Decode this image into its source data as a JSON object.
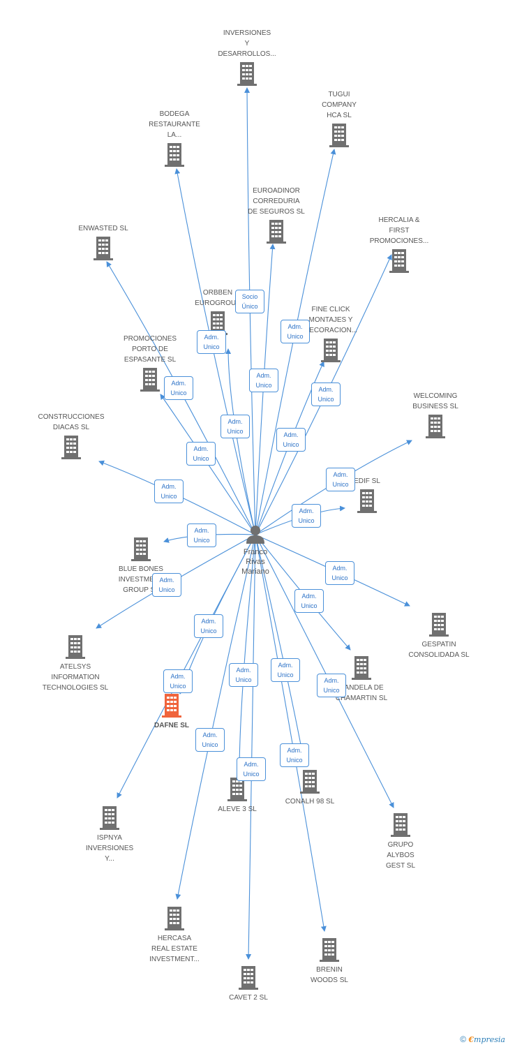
{
  "person": {
    "name": "Franco\nRivas\nMariano",
    "icon": "person-icon"
  },
  "colors": {
    "edge": "#4a90d9",
    "building": "#707070",
    "focus_building": "#f0643c"
  },
  "nodes": [
    {
      "id": "inversiones-y-desarrollos",
      "label": "INVERSIONES\nY\nDESARROLLOS..."
    },
    {
      "id": "tugui-company-hca",
      "label": "TUGUI\nCOMPANY\nHCA SL"
    },
    {
      "id": "bodega-restaurante",
      "label": "BODEGA\nRESTAURANTE\nLA..."
    },
    {
      "id": "euroadinor",
      "label": "EUROADINOR\nCORREDURIA\nDE SEGUROS  SL"
    },
    {
      "id": "enwasted",
      "label": "ENWASTED SL"
    },
    {
      "id": "hercalia-first",
      "label": "HERCALIA &\nFIRST\nPROMOCIONES..."
    },
    {
      "id": "orbben-eurogroup",
      "label": "ORBBEN\nEUROGROUP"
    },
    {
      "id": "fine-click",
      "label": "FINE CLICK\nMONTAJES Y\nDECORACION..."
    },
    {
      "id": "promociones-porto",
      "label": "PROMOCIONES\nPORTO DE\nESPASANTE SL"
    },
    {
      "id": "welcoming-business",
      "label": "WELCOMING\nBUSINESS SL"
    },
    {
      "id": "construcciones-diacas",
      "label": "CONSTRUCCIONES\nDIACAS SL"
    },
    {
      "id": "edif",
      "label": "EDIF SL"
    },
    {
      "id": "blue-bones",
      "label": "BLUE BONES\nINVESTMENT\nGROUP SL"
    },
    {
      "id": "gespatin",
      "label": "GESPATIN\nCONSOLIDADA SL"
    },
    {
      "id": "atelsys",
      "label": "ATELSYS\nINFORMATION\nTECHNOLOGIES SL"
    },
    {
      "id": "candela-chamartin",
      "label": "CANDELA DE\nCHAMARTIN SL"
    },
    {
      "id": "dafne",
      "label": "DAFNE SL",
      "focus": true
    },
    {
      "id": "aleve-3",
      "label": "ALEVE 3 SL"
    },
    {
      "id": "conalh-98",
      "label": "CONALH 98  SL"
    },
    {
      "id": "ispnya",
      "label": "ISPNYA\nINVERSIONES\nY..."
    },
    {
      "id": "grupo-alybos",
      "label": "GRUPO\nALYBOS\nGEST SL"
    },
    {
      "id": "hercasa",
      "label": "HERCASA\nREAL ESTATE\nINVESTMENT..."
    },
    {
      "id": "brenin-woods",
      "label": "BRENIN\nWOODS SL"
    },
    {
      "id": "cavet-2",
      "label": "CAVET 2 SL"
    }
  ],
  "badges": [
    {
      "label": "Socio\nÚnico"
    },
    {
      "label": "Adm.\nUnico"
    },
    {
      "label": "Adm.\nUnico"
    },
    {
      "label": "Adm.\nUnico"
    },
    {
      "label": "Adm.\nUnico"
    },
    {
      "label": "Adm.\nUnico"
    },
    {
      "label": "Adm.\nUnico"
    },
    {
      "label": "Adm.\nUnico"
    },
    {
      "label": "Adm.\nUnico"
    },
    {
      "label": "Adm.\nUnico"
    },
    {
      "label": "Adm.\nUnico"
    },
    {
      "label": "Adm.\nUnico"
    },
    {
      "label": "Adm.\nUnico"
    },
    {
      "label": "Adm.\nUnico"
    },
    {
      "label": "Adm.\nUnico"
    },
    {
      "label": "Adm.\nUnico"
    },
    {
      "label": "Adm.\nUnico"
    },
    {
      "label": "Adm.\nUnico"
    },
    {
      "label": "Adm.\nUnico"
    },
    {
      "label": "Adm.\nUnico"
    },
    {
      "label": "Adm.\nUnico"
    },
    {
      "label": "Adm.\nUnico"
    },
    {
      "label": "Adm.\nUnico"
    },
    {
      "label": "Adm.\nUnico"
    }
  ],
  "footer": {
    "symbol": "©",
    "brand_first": "€",
    "brand_rest": "mpresia"
  }
}
